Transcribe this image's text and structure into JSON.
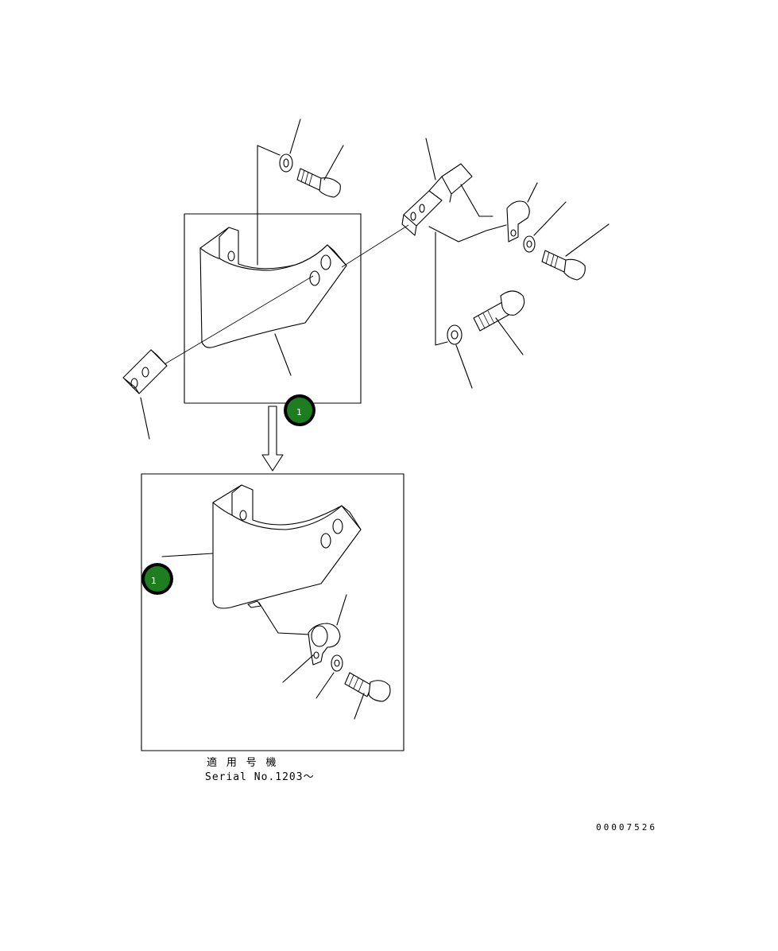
{
  "callouts": [
    {
      "id": "upper",
      "label": "1"
    },
    {
      "id": "lower",
      "label": "1"
    }
  ],
  "applicability": {
    "heading": "適 用 号 機",
    "serial": "Serial No.1203～"
  },
  "drawing_number": "00007526",
  "colors": {
    "callout_fill": "#1e7d1e",
    "callout_ring": "#000000",
    "line": "#000000"
  },
  "icons": [
    "arrow-down-icon"
  ]
}
